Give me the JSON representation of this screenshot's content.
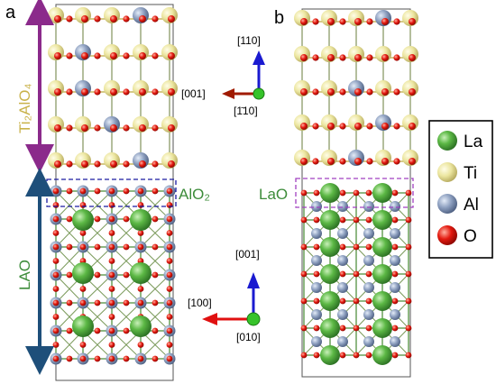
{
  "panels": {
    "a": {
      "label": "a"
    },
    "b": {
      "label": "b"
    }
  },
  "annotations": {
    "ti2alo4": "Ti₂AlO₄",
    "lao": "LAO",
    "alo2": "AlO₂",
    "lao_layer": "LaO"
  },
  "axes_top": {
    "up": "[110]",
    "left": "[001]",
    "out": "[1̄10]"
  },
  "axes_bottom": {
    "up": "[001]",
    "left": "[100]",
    "out": "[010]"
  },
  "legend": [
    {
      "symbol": "La",
      "color": "#4fae3c"
    },
    {
      "symbol": "Ti",
      "color": "#e9e49a"
    },
    {
      "symbol": "Al",
      "color": "#8a9bb8"
    },
    {
      "symbol": "O",
      "color": "#e01010"
    }
  ],
  "colors": {
    "ti2alo4_arrow": "#8b2a8b",
    "lao_arrow": "#1e4f7a",
    "ti2alo4_text": "#c9b24a",
    "lao_text": "#3d8c3a",
    "alo2_text": "#3d8c3a",
    "interface_box_a": "#1a1aa0",
    "interface_box_b": "#a040c0"
  }
}
